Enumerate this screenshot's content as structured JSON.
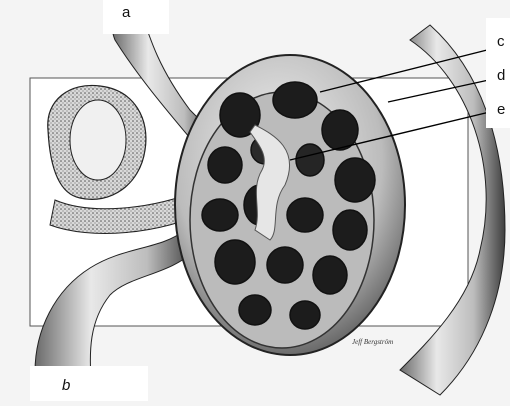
{
  "figure": {
    "labels": {
      "a": "a",
      "b": "b",
      "c": "c",
      "d": "d",
      "e": "e"
    },
    "signature": "Jeff Bergström",
    "colors": {
      "background": "#f4f4f4",
      "ink": "#111111",
      "tubule_fill": "#1c1c1c",
      "vessel_light": "#dcdcdc",
      "vessel_dark": "#5a5a5a"
    }
  }
}
